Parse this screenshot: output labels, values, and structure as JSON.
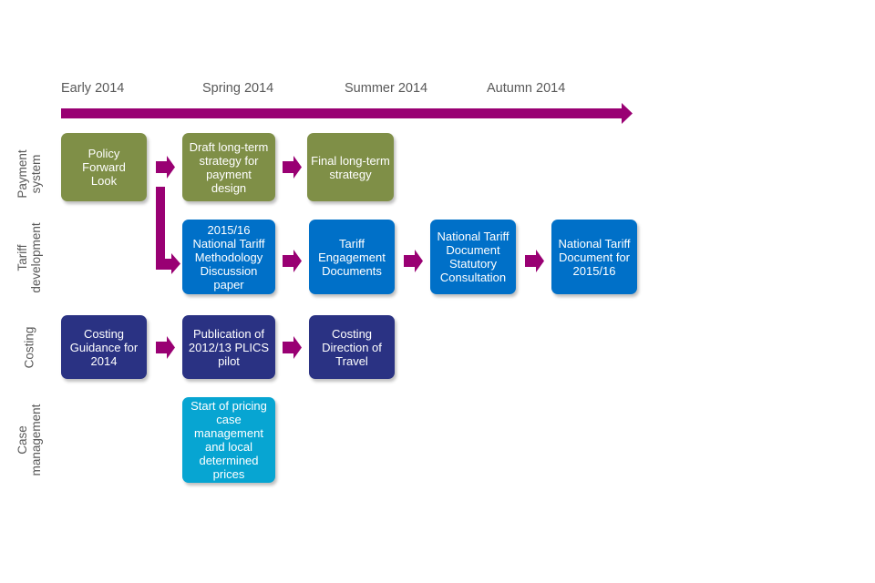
{
  "timeline": {
    "periods": [
      "Early 2014",
      "Spring 2014",
      "Summer 2014",
      "Autumn 2014"
    ],
    "arrow_color": "#990073"
  },
  "lanes": [
    {
      "label_lines": [
        "Payment",
        "system"
      ],
      "color": "#7f8f47"
    },
    {
      "label_lines": [
        "Tariff",
        "development"
      ],
      "color": "#0070c8"
    },
    {
      "label_lines": [
        "Costing"
      ],
      "color": "#2a3283"
    },
    {
      "label_lines": [
        "Case",
        "management"
      ],
      "color": "#07a5d2"
    }
  ],
  "boxes": {
    "policy_forward_look": "Policy Forward Look",
    "draft_strategy": "Draft long-term strategy for payment design",
    "final_strategy": "Final long-term strategy",
    "methodology_paper": "2015/16 National Tariff Methodology Discussion paper",
    "engagement_docs": "Tariff Engagement Documents",
    "statutory_consultation": "National Tariff Document Statutory Consultation",
    "tariff_document": "National Tariff Document for 2015/16",
    "costing_guidance": "Costing Guidance for 2014",
    "plics_pilot": "Publication of 2012/13 PLICS pilot",
    "costing_direction": "Costing Direction of Travel",
    "case_management_start": "Start of pricing case management and local determined prices"
  },
  "flows": [
    [
      "policy_forward_look",
      "draft_strategy"
    ],
    [
      "draft_strategy",
      "final_strategy"
    ],
    [
      "policy_forward_look",
      "methodology_paper"
    ],
    [
      "methodology_paper",
      "engagement_docs"
    ],
    [
      "engagement_docs",
      "statutory_consultation"
    ],
    [
      "statutory_consultation",
      "tariff_document"
    ],
    [
      "costing_guidance",
      "plics_pilot"
    ],
    [
      "plics_pilot",
      "costing_direction"
    ]
  ]
}
